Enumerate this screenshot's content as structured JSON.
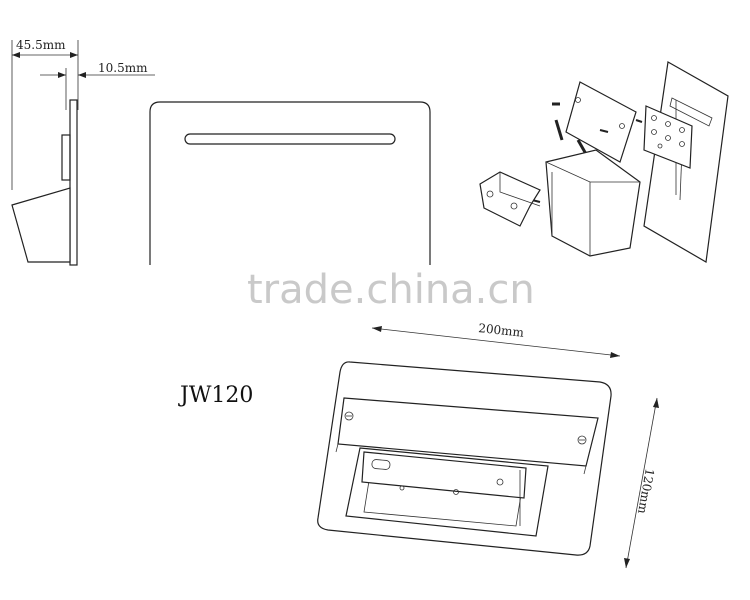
{
  "dimensions": {
    "depth_total": "45.5mm",
    "depth_plate": "10.5mm",
    "width": "200mm",
    "height": "120mm"
  },
  "model_name": "JW120",
  "watermark": "trade.china.cn"
}
